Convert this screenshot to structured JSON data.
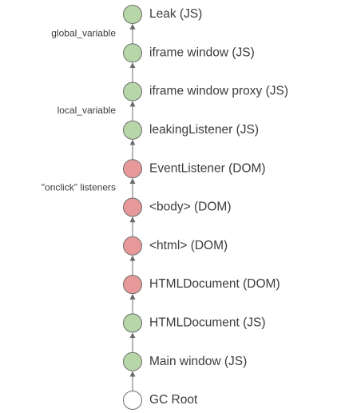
{
  "colors": {
    "js": "#b7d7a8",
    "dom": "#e7999a",
    "root": "#ffffff",
    "stroke": "#6b6b6b",
    "edge": "#6b6b6b"
  },
  "nodes": [
    {
      "id": "leak",
      "label": "Leak (JS)",
      "kind": "js"
    },
    {
      "id": "iframe-window",
      "label": "iframe window (JS)",
      "kind": "js"
    },
    {
      "id": "iframe-window-proxy",
      "label": "iframe window proxy (JS)",
      "kind": "js"
    },
    {
      "id": "leaking-listener",
      "label": "leakingListener (JS)",
      "kind": "js"
    },
    {
      "id": "event-listener",
      "label": "EventListener (DOM)",
      "kind": "dom"
    },
    {
      "id": "body",
      "label": "<body> (DOM)",
      "kind": "dom"
    },
    {
      "id": "html",
      "label": "<html> (DOM)",
      "kind": "dom"
    },
    {
      "id": "html-document-dom",
      "label": "HTMLDocument (DOM)",
      "kind": "dom"
    },
    {
      "id": "html-document-js",
      "label": "HTMLDocument (JS)",
      "kind": "js"
    },
    {
      "id": "main-window",
      "label": "Main window (JS)",
      "kind": "js"
    },
    {
      "id": "gc-root",
      "label": "GC Root",
      "kind": "root"
    }
  ],
  "edge_labels": [
    {
      "between": [
        "iframe-window",
        "leak"
      ],
      "label": "global_variable"
    },
    {
      "between": [
        "leaking-listener",
        "iframe-window-proxy"
      ],
      "label": "local_variable"
    },
    {
      "between": [
        "body",
        "event-listener"
      ],
      "label": "\"onclick\" listeners"
    }
  ]
}
